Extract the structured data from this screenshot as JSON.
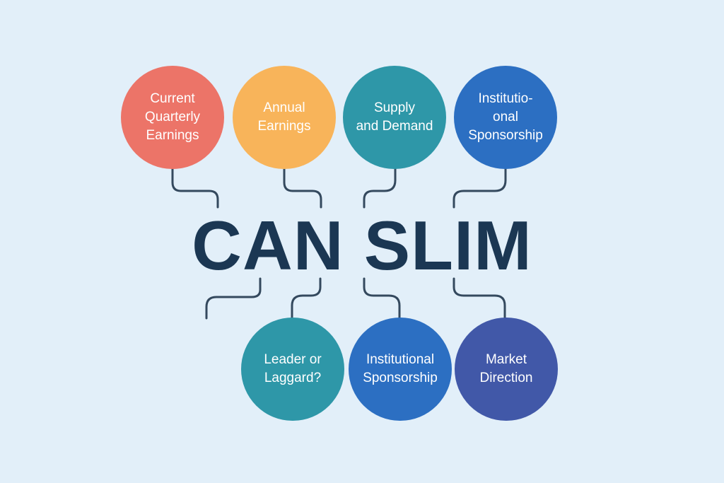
{
  "title": "CAN SLIM",
  "colors": {
    "background": "#e2eff9",
    "title": "#1b3753",
    "connector": "#34495e"
  },
  "top_nodes": [
    {
      "label": "Current\nQuarterly\nEarnings",
      "color": "#ec7468"
    },
    {
      "label": "Annual\nEarnings",
      "color": "#f8b45a"
    },
    {
      "label": "Supply\nand Demand",
      "color": "#2e97a8"
    },
    {
      "label": "Institutio-\nonal\nSponsorship",
      "color": "#2c6fc2"
    }
  ],
  "bottom_nodes": [
    {
      "label": "Leader or\nLaggard?",
      "color": "#2e97a8"
    },
    {
      "label": "Institutional\nSponsorship",
      "color": "#2c6fc2"
    },
    {
      "label": "Market\nDirection",
      "color": "#4158a8"
    }
  ]
}
